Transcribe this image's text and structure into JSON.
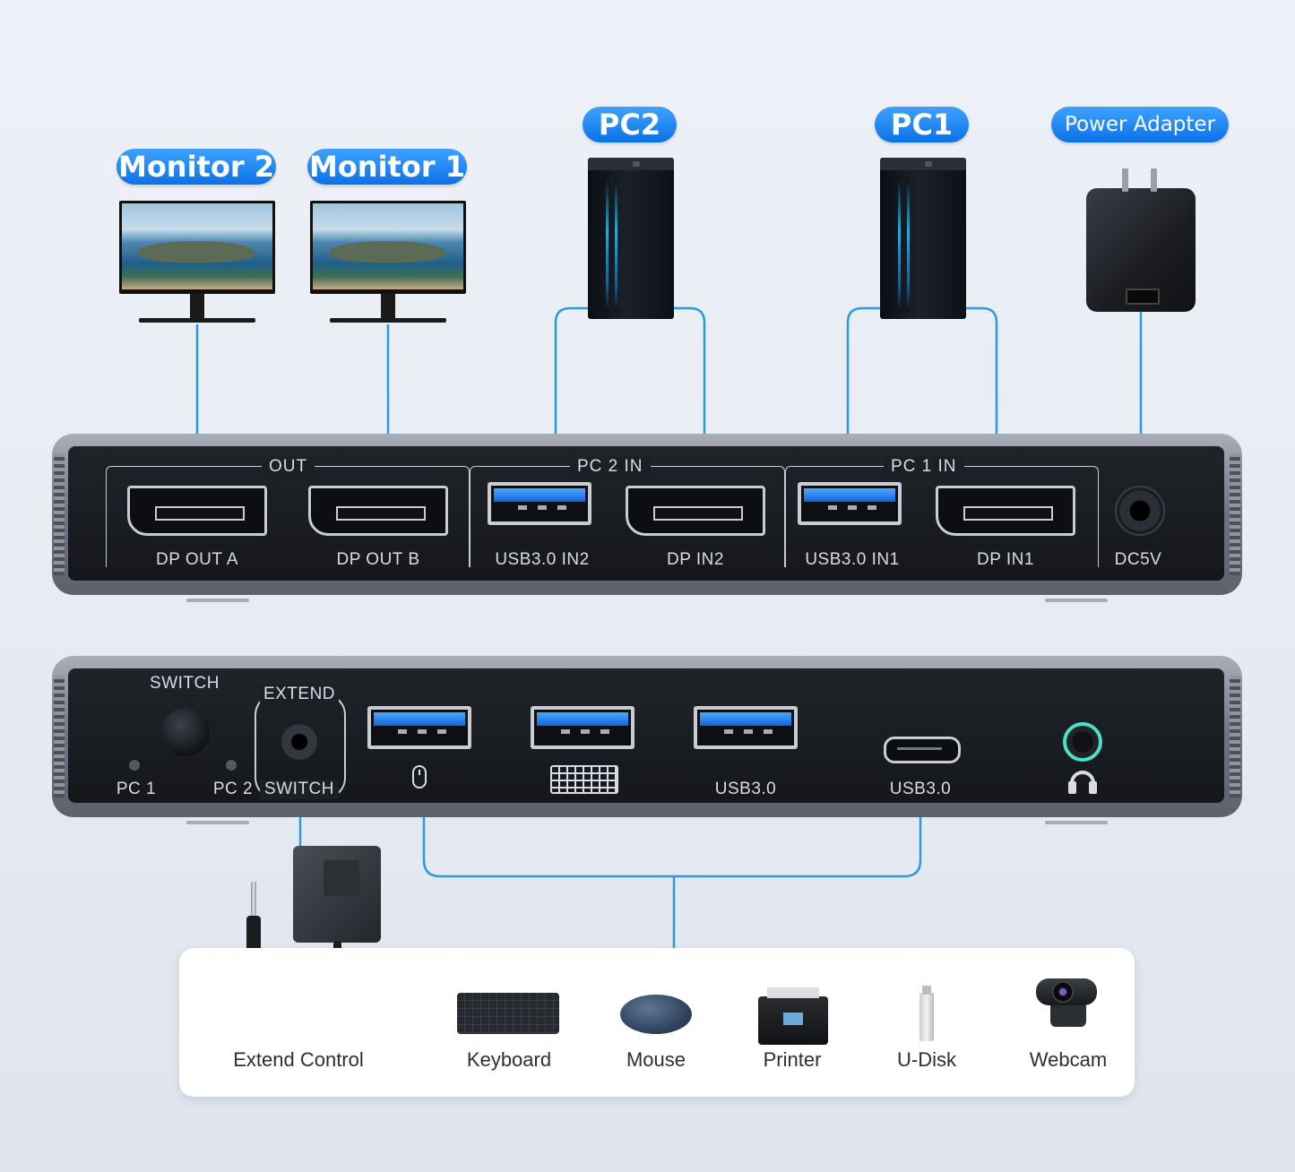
{
  "labels": {
    "monitor2": "Monitor 2",
    "monitor1": "Monitor 1",
    "pc2": "PC2",
    "pc1": "PC1",
    "power_adapter": "Power Adapter"
  },
  "rear_panel": {
    "groups": {
      "out": "OUT",
      "pc2_in": "PC 2 IN",
      "pc1_in": "PC 1 IN"
    },
    "ports": {
      "dp_out_a": "DP OUT A",
      "dp_out_b": "DP OUT B",
      "usb_in2": "USB3.0 IN2",
      "dp_in2": "DP IN2",
      "usb_in1": "USB3.0 IN1",
      "dp_in1": "DP IN1",
      "dc5v": "DC5V"
    }
  },
  "front_panel": {
    "switch": "SWITCH",
    "pc1": "PC 1",
    "pc2": "PC 2",
    "extend": "EXTEND",
    "extend_switch": "SWITCH",
    "usb3": "USB3.0",
    "usbc": "USB3.0"
  },
  "devices": {
    "extend_control": "Extend Control",
    "keyboard": "Keyboard",
    "mouse": "Mouse",
    "printer": "Printer",
    "udisk": "U-Disk",
    "webcam": "Webcam"
  },
  "colors": {
    "accent": "#0b72e7",
    "wire": "#2a9be0",
    "audio_ring": "#4de0c8"
  }
}
